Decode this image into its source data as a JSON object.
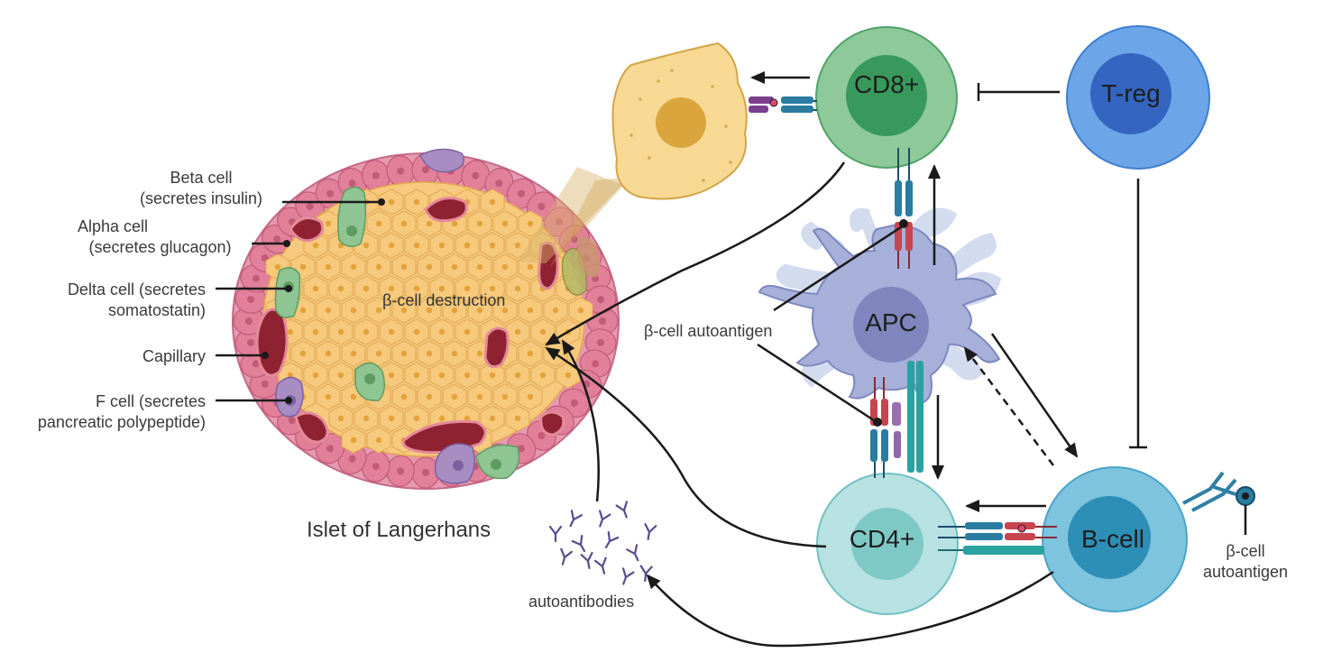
{
  "islet": {
    "title": "Islet of Langerhans",
    "destruction_label": "β-cell destruction",
    "cell_labels": [
      {
        "line1": "Beta cell",
        "line2": "(secretes insulin)"
      },
      {
        "line1": "Alpha cell",
        "line2": "(secretes glucagon)"
      },
      {
        "line1": "Delta cell (secretes",
        "line2": "somatostatin)"
      },
      {
        "line1": "Capillary",
        "line2": ""
      },
      {
        "line1": "F cell (secretes",
        "line2": "pancreatic polypeptide)"
      }
    ]
  },
  "immune_cells": {
    "cd8": "CD8+",
    "treg": "T-reg",
    "apc": "APC",
    "cd4": "CD4+",
    "bcell": "B-cell"
  },
  "annotations": {
    "autoantigen_apc": "β-cell autoantigen",
    "autoantigen_bcell_line1": "β-cell",
    "autoantigen_bcell_line2": "autoantigen",
    "autoantibodies": "autoantibodies"
  },
  "colors": {
    "beta_cell": "#f6c97c",
    "alpha_cell": "#e27f99",
    "delta_cell": "#8cc08e",
    "f_cell": "#a58ec0",
    "capillary": "#9a2a33",
    "cd8": "#8ec99a",
    "treg": "#6da6e8",
    "apc": "#a7b0d8",
    "cd4": "#b9e3e3",
    "bcell": "#7fc6de"
  }
}
